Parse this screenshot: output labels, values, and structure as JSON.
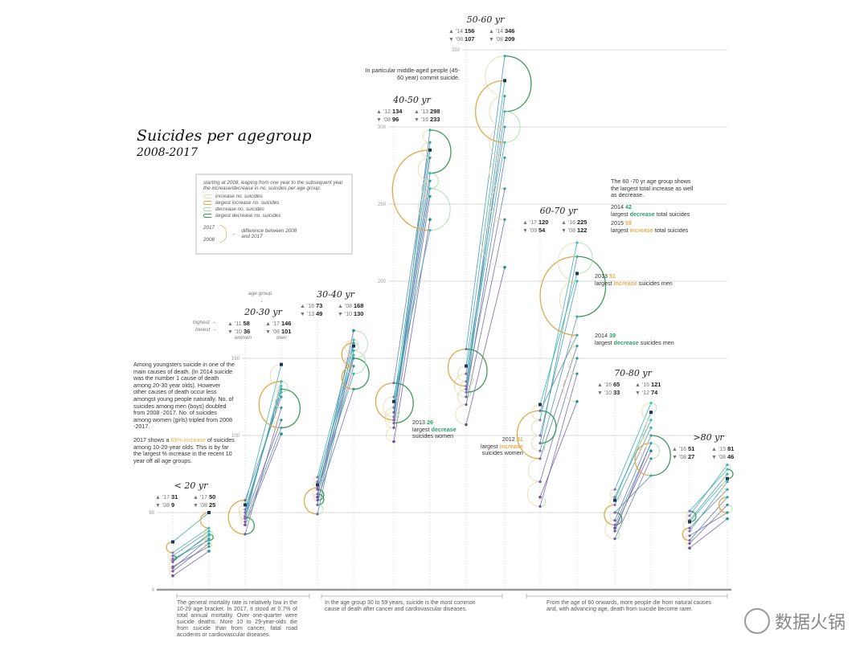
{
  "title": "Suicides per agegroup",
  "subtitle": "2008-2017",
  "legend": {
    "intro": "starting at 2008, leaping from one year to the subsequent year the increase/decrease in no. suicides per age group:",
    "items": [
      {
        "label": "increase no. suicides",
        "color": "#e8d9a8"
      },
      {
        "label": "largest increase no. suicides",
        "color": "#e0a84a"
      },
      {
        "label": "decrease no. suicides",
        "color": "#a9dca8"
      },
      {
        "label": "largest decrease no. suicides",
        "color": "#3c9a5a"
      }
    ],
    "year_top": "2017",
    "year_bottom": "2008",
    "diff_label": "difference between 2008 and 2017"
  },
  "annotations": {
    "age_group": "age group",
    "highest": "highest",
    "lowest": "lowest",
    "women": "women",
    "men": "men",
    "youth_note": "Among youngsters suicide in one of the main causes of death. (In 2014 suicide was the number 1 cause of death among 20-30 year olds). However other causes of death occur less amongst young people naturally. No. of suicides among men (boys) doubled from 2008 -2017. No. of suicides among women (girls) tripled from 2008 -2017.",
    "youth_2017_a": "2017 shows a ",
    "youth_2017_hl": "69% increase",
    "youth_2017_b": " of suicides among 10-20-year olds. This is by far the largest % increase in the recent 10 year off all age groups.",
    "middle_note": "In particular middle-aged people (45-60 year) commit suicide.",
    "w2013_year": "2013",
    "w2013_val": "26",
    "w2013_a": "largest ",
    "w2013_hl": "decrease",
    "w2013_b": "suicides women",
    "w2012_year": "2012",
    "w2012_val": "31",
    "w2012_a": "largest ",
    "w2012_hl": "increase",
    "w2012_b": "suicides women",
    "sixty_note": "The 60 -70 yr age group shows the largest total increase as well as decrease.",
    "t2014_year": "2014",
    "t2014_val": "42",
    "t2014_a": "largest ",
    "t2014_hl": "decrease",
    "t2014_b": " total suicides",
    "t2015_year": "2015",
    "t2015_val": "59",
    "t2015_a": "largest ",
    "t2015_hl": "increase",
    "t2015_b": " total suicides",
    "m2013_year": "2013",
    "m2013_val": "51",
    "m2013_a": "largest ",
    "m2013_hl": "increase",
    "m2013_b": " suicides men",
    "m2014_year": "2014",
    "m2014_val": "39",
    "m2014_a": "largest ",
    "m2014_hl": "decrease",
    "m2014_b": " suicides men"
  },
  "footer": {
    "left": "The general mortality rate is relatively low in the 10-29 age bracket. In 2017, it stood at 0.7% of total annual mortality. Over one-quarter were suicide deaths. More 10 to 29-year-olds die from suicide than from cancer, fatal road accidents or cardiovascular diseases.",
    "middle": "In the age group 30 to 59 years, suicide is the most common cause of death after cancer and cardiovascular diseases.",
    "right": "From the age of 60 onwards, more people die from natural causes and, with advancing age, death from suicide become rarer."
  },
  "watermark": "数据火锅",
  "chart_data": {
    "type": "line",
    "title": "Suicides per agegroup 2008-2017",
    "years": [
      2008,
      2009,
      2010,
      2011,
      2012,
      2013,
      2014,
      2015,
      2016,
      2017
    ],
    "yticks": [
      0,
      50,
      100,
      150,
      200,
      250,
      300,
      350
    ],
    "ylim": [
      0,
      360
    ],
    "colors": {
      "women": "#7b5ea7",
      "men": "#2bb3b1",
      "increase": "#e8d9a8",
      "largest_increase": "#e0a84a",
      "decrease": "#a9dca8",
      "largest_decrease": "#3c9a5a"
    },
    "groups": [
      {
        "name": "< 20 yr",
        "women_high": [
          "'17",
          "31"
        ],
        "women_low": [
          "'08",
          "9"
        ],
        "men_high": [
          "'17",
          "50"
        ],
        "men_low": [
          "'08",
          "25"
        ],
        "women": [
          9,
          12,
          15,
          14,
          18,
          20,
          22,
          19,
          24,
          31
        ],
        "men": [
          25,
          30,
          28,
          33,
          36,
          32,
          38,
          35,
          40,
          50
        ]
      },
      {
        "name": "20-30 yr",
        "women_high": [
          "'11",
          "58"
        ],
        "women_low": [
          "'10",
          "36"
        ],
        "men_high": [
          "'17",
          "146"
        ],
        "men_low": [
          "'08",
          "101"
        ],
        "women": [
          42,
          47,
          36,
          58,
          50,
          44,
          46,
          52,
          48,
          55
        ],
        "men": [
          101,
          110,
          118,
          125,
          130,
          105,
          135,
          128,
          132,
          146
        ]
      },
      {
        "name": "30-40 yr",
        "women_high": [
          "'16",
          "73"
        ],
        "women_low": [
          "'13",
          "49"
        ],
        "men_high": [
          "'08",
          "168"
        ],
        "men_low": [
          "'10",
          "130"
        ],
        "women": [
          60,
          65,
          58,
          62,
          55,
          49,
          66,
          70,
          73,
          68
        ],
        "men": [
          168,
          150,
          130,
          145,
          160,
          155,
          140,
          152,
          162,
          158
        ]
      },
      {
        "name": "40-50 yr",
        "women_high": [
          "'12",
          "134"
        ],
        "women_low": [
          "'08",
          "96"
        ],
        "men_high": [
          "'13",
          "298"
        ],
        "men_low": [
          "'16",
          "233"
        ],
        "women": [
          96,
          105,
          115,
          110,
          134,
          108,
          118,
          112,
          125,
          122
        ],
        "men": [
          240,
          255,
          265,
          280,
          290,
          298,
          270,
          260,
          233,
          285
        ]
      },
      {
        "name": "50-60 yr",
        "women_high": [
          "'14",
          "156"
        ],
        "women_low": [
          "'08",
          "107"
        ],
        "men_high": [
          "'14",
          "346"
        ],
        "men_low": [
          "'08",
          "209"
        ],
        "women": [
          107,
          120,
          130,
          125,
          140,
          132,
          156,
          128,
          135,
          145
        ],
        "men": [
          209,
          240,
          260,
          280,
          300,
          320,
          346,
          310,
          290,
          330
        ]
      },
      {
        "name": "60-70 yr",
        "women_high": [
          "'17",
          "120"
        ],
        "women_low": [
          "'09",
          "54"
        ],
        "men_high": [
          "'16",
          "225"
        ],
        "men_low": [
          "'08",
          "122"
        ],
        "women": [
          60,
          54,
          70,
          85,
          116,
          95,
          90,
          100,
          110,
          120
        ],
        "men": [
          122,
          140,
          150,
          158,
          165,
          216,
          177,
          200,
          225,
          205
        ]
      },
      {
        "name": "70-80 yr",
        "women_high": [
          "'16",
          "65"
        ],
        "women_low": [
          "'10",
          "33"
        ],
        "men_high": [
          "'16",
          "121"
        ],
        "men_low": [
          "'12",
          "74"
        ],
        "women": [
          40,
          38,
          33,
          45,
          50,
          42,
          55,
          60,
          65,
          58
        ],
        "men": [
          90,
          95,
          85,
          100,
          74,
          95,
          105,
          110,
          121,
          115
        ]
      },
      {
        "name": ">80 yr",
        "women_high": [
          "'16",
          "51"
        ],
        "women_low": [
          "'08",
          "27"
        ],
        "men_high": [
          "'15",
          "81"
        ],
        "men_low": [
          "'08",
          "46"
        ],
        "women": [
          27,
          30,
          35,
          32,
          40,
          38,
          45,
          48,
          51,
          44
        ],
        "men": [
          46,
          55,
          50,
          60,
          65,
          70,
          75,
          81,
          78,
          72
        ]
      }
    ]
  }
}
